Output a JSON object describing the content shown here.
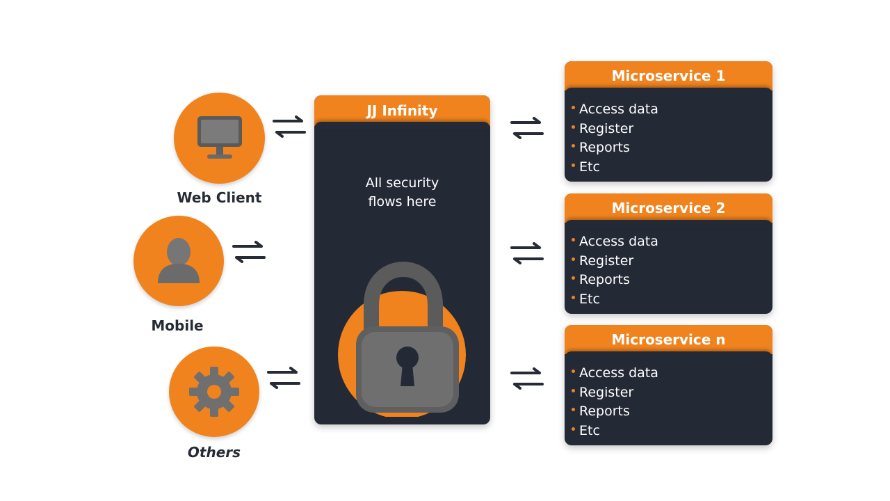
{
  "colors": {
    "accent": "#f0831e",
    "dark_panel": "#242936",
    "icon_gray": "#6e6e6e",
    "label_text": "#262b36"
  },
  "clients": [
    {
      "label": "Web Client",
      "icon": "monitor-icon"
    },
    {
      "label": "Mobile",
      "icon": "user-icon"
    },
    {
      "label": "Others",
      "icon": "gear-icon"
    }
  ],
  "center": {
    "title": "JJ Infinity",
    "line1": "All security",
    "line2": "flows here",
    "icon": "padlock-icon"
  },
  "microservices": [
    {
      "title": "Microservice 1",
      "items": [
        "Access data",
        "Register",
        "Reports",
        "Etc"
      ]
    },
    {
      "title": "Microservice 2",
      "items": [
        "Access data",
        "Register",
        "Reports",
        "Etc"
      ]
    },
    {
      "title": "Microservice n",
      "items": [
        "Access data",
        "Register",
        "Reports",
        "Etc"
      ]
    }
  ]
}
